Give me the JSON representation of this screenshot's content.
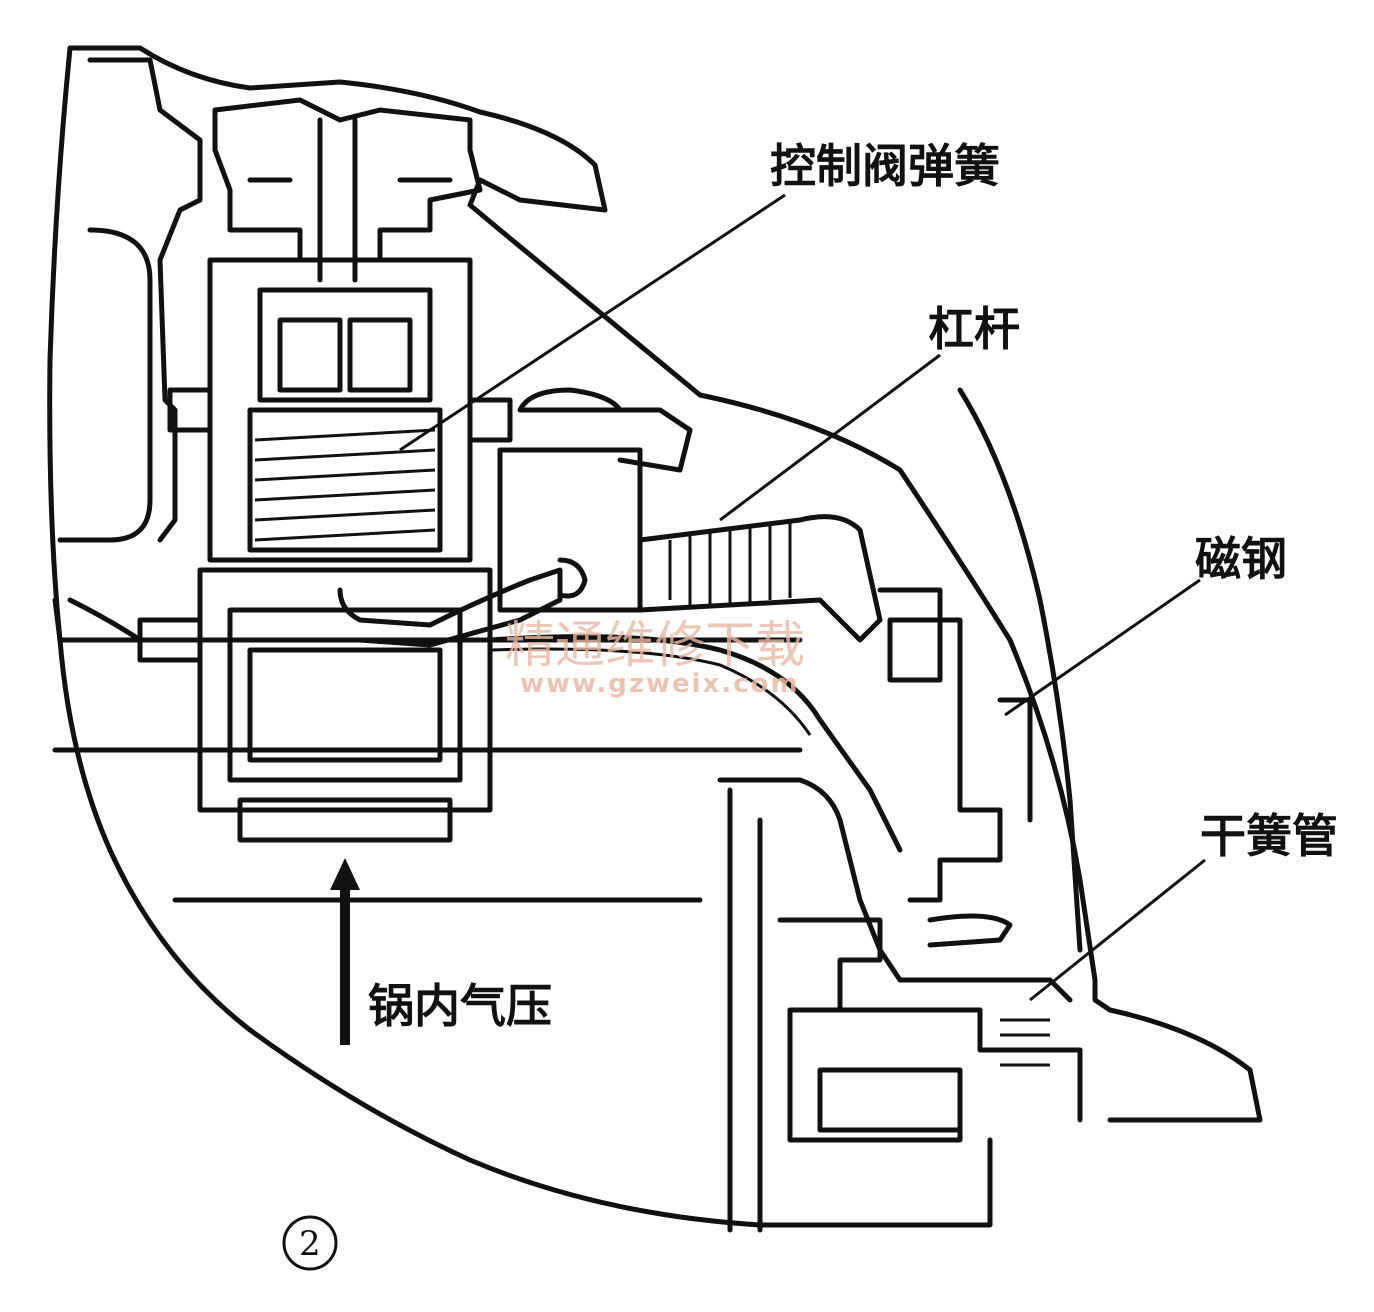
{
  "labels": {
    "control_valve_spring": "控制阀弹簧",
    "lever": "杠杆",
    "magnet": "磁钢",
    "reed_switch": "干簧管",
    "pot_pressure": "锅内气压",
    "figure_number": "②"
  },
  "watermark": {
    "text": "精通维修下载",
    "url": "www.gzweix.com"
  },
  "colors": {
    "line": "#111111",
    "watermark": "#e8b9a6",
    "background": "#ffffff"
  }
}
